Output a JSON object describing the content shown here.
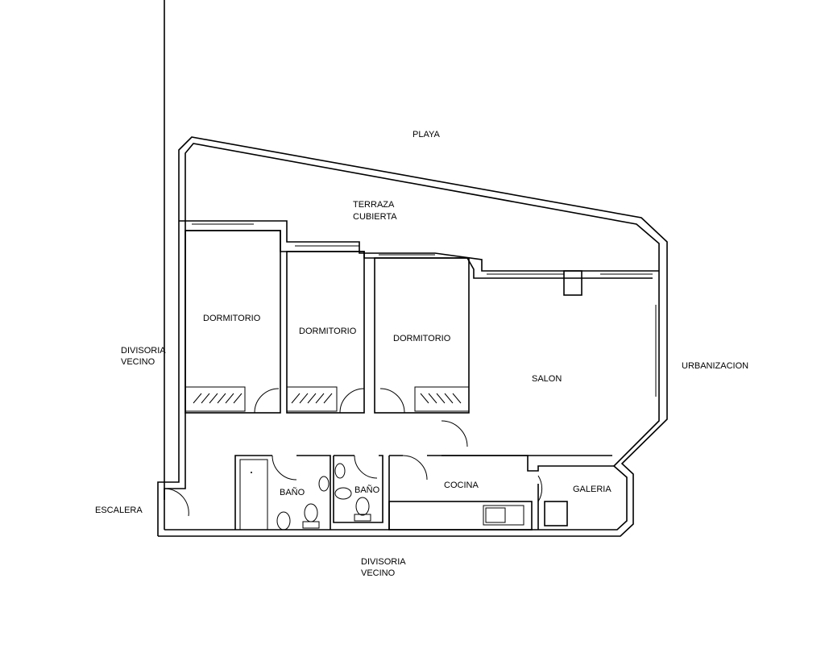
{
  "plan": {
    "labels": {
      "playa": "PLAYA",
      "terraza_1": "TERRAZA",
      "terraza_2": "CUBIERTA",
      "divisoria_left_1": "DIVISORIA",
      "divisoria_left_2": "VECINO",
      "divisoria_bottom_1": "DIVISORIA",
      "divisoria_bottom_2": "VECINO",
      "urbanizacion": "URBANIZACION",
      "escalera": "ESCALERA"
    },
    "rooms": [
      {
        "label": "DORMITORIO"
      },
      {
        "label": "DORMITORIO"
      },
      {
        "label": "DORMITORIO"
      },
      {
        "label": "SALON"
      },
      {
        "label": "BAÑO"
      },
      {
        "label": "BAÑO"
      },
      {
        "label": "COCINA"
      },
      {
        "label": "GALERIA"
      }
    ]
  }
}
